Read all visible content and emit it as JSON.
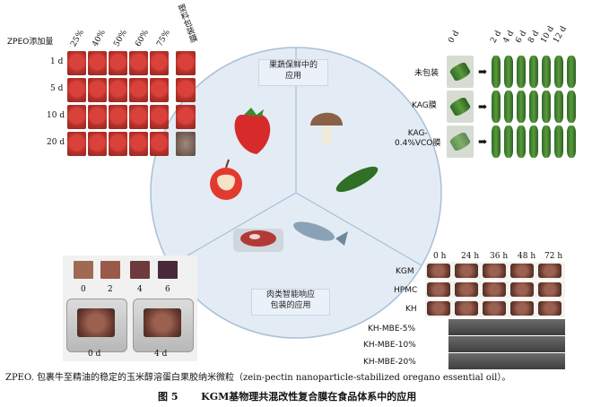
{
  "strawberry_panel": {
    "row_header": "ZPEO添加量",
    "columns": [
      "25%",
      "40%",
      "50%",
      "60%",
      "75%"
    ],
    "extra_column": "塑料包装膜",
    "rows": [
      "1 d",
      "5 d",
      "10 d",
      "20 d"
    ]
  },
  "center": {
    "top_label": "果蔬保鲜中的\n应用",
    "bottom_label": "肉类智能响应\n包装的应用"
  },
  "cucumber_panel": {
    "columns": [
      "0 d",
      "2 d",
      "4 d",
      "6 d",
      "8 d",
      "10 d",
      "12 d"
    ],
    "rows": [
      "未包装",
      "KAG膜",
      "KAG-\n0.4%VCO膜"
    ]
  },
  "meat_panel": {
    "swatch_labels": [
      "0",
      "2",
      "4",
      "6"
    ],
    "tray_labels": [
      "0 d",
      "4 d"
    ]
  },
  "film_panel": {
    "columns": [
      "0 h",
      "24 h",
      "36 h",
      "48 h",
      "72 h"
    ],
    "rows": [
      "KGM",
      "HPMC",
      "KH",
      "KH-MBE-5%",
      "KH-MBE-10%",
      "KH-MBE-20%"
    ]
  },
  "caption": {
    "note": "ZPEO. 包裹牛至精油的稳定的玉米醇溶蛋白果胶纳米微粒（zein-pectin nanoparticle-stabilized oregano  essential oil）。",
    "figure_number": "图 5",
    "figure_title": "KGM基物理共混改性复合膜在食品体系中的应用"
  },
  "colors": {
    "circle_fill": "#e3ecf5",
    "circle_stroke": "#a9bfd6",
    "strawberry": "#d9423a",
    "cucumber": "#3f7f32"
  }
}
